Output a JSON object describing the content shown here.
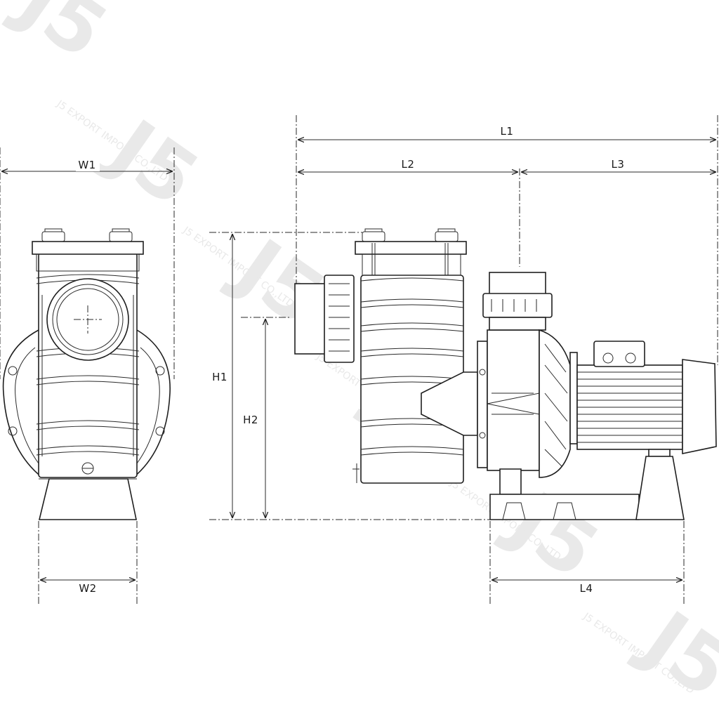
{
  "watermark": {
    "logo_text": "J5",
    "company_text": "J5 EXPORT IMPORT CO.,LTD"
  },
  "dimensions": {
    "l1": "L1",
    "l2": "L2",
    "l3": "L3",
    "l4": "L4",
    "w1": "W1",
    "w2": "W2",
    "h1": "H1",
    "h2": "H2"
  },
  "colors": {
    "line": "#1f1f1f",
    "watermark": "#e9e9e9",
    "background": "#ffffff"
  }
}
